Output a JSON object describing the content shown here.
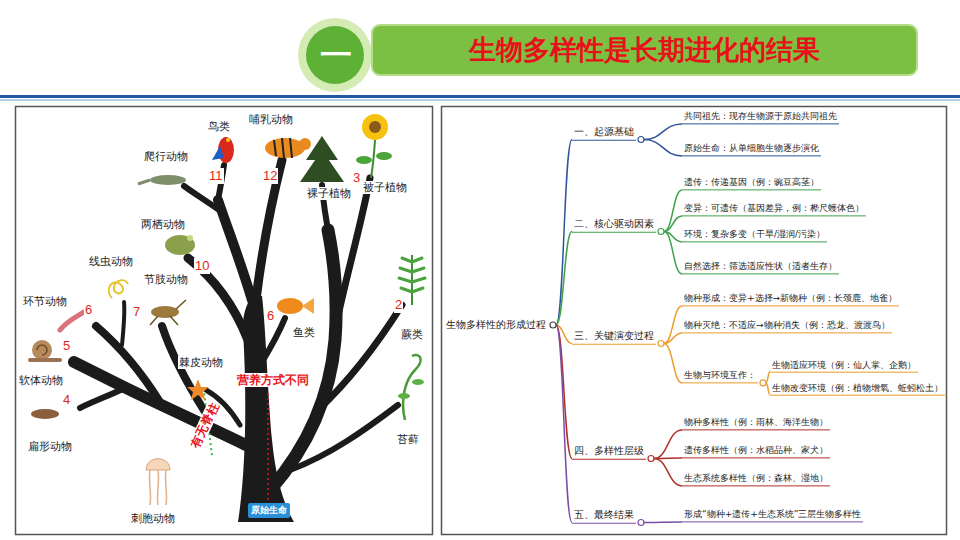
{
  "diagram": {
    "title": "生物多样性是长期进化的结果",
    "nodes": [
      {
        "text": [
          "原始生命"
        ]
      },
      {
        "text": [
          "生物多样性的形成过程"
        ]
      },
      {
        "text": [
          "一、起源基础"
        ]
      },
      {
        "text": [
          "共同祖先：现存生物源于原始共同祖先"
        ]
      },
      {
        "text": [
          "原始生命：从单细胞生物逐步演化"
        ]
      },
      {
        "text": [
          "二、核心驱动因素"
        ]
      },
      {
        "text": [
          "遗传：传递基因（例：豌豆高茎）"
        ]
      },
      {
        "text": [
          "变异：可遗传（基因差异，例：桦尺蠖体色）"
        ]
      },
      {
        "text": [
          "环境：复杂多变（干旱/湿润/污染）"
        ]
      },
      {
        "text": [
          "自然选择：筛选适应性状（适者生存）"
        ]
      },
      {
        "text": [
          "三、关键演变过程"
        ]
      },
      {
        "text": [
          "物种形成：变异+选择→新物种（例：长颈鹿、地雀）"
        ]
      },
      {
        "text": [
          "物种灭绝：不适应→物种消失（例：恐龙、渡渡鸟）"
        ]
      },
      {
        "text": [
          "生物与环境互作："
        ]
      },
      {
        "text": [
          "生物适应环境（例：仙人掌、企鹅）"
        ]
      },
      {
        "text": [
          "生物改变环境（例：植物增氧、蚯蚓松土）"
        ]
      },
      {
        "text": [
          "四、多样性层级"
        ]
      },
      {
        "text": [
          "物种多样性（例：雨林、海洋生物）"
        ]
      },
      {
        "text": [
          "遗传多样性（例：水稻品种、家犬）"
        ]
      },
      {
        "text": [
          "生态系统多样性（例：森林、湿地）"
        ]
      },
      {
        "text": [
          "五、最终结果"
        ]
      },
      {
        "text": [
          "形成“物种+遗传+生态系统”三层生物多样性"
        ]
      }
    ],
    "edges": [
      {
        "from": 1,
        "to": 2,
        "arrow": "none"
      },
      {
        "from": 1,
        "to": 5,
        "arrow": "none"
      },
      {
        "from": 1,
        "to": 10,
        "arrow": "none"
      },
      {
        "from": 1,
        "to": 16,
        "arrow": "none"
      },
      {
        "from": 1,
        "to": 20,
        "arrow": "none"
      },
      {
        "from": 2,
        "to": 3,
        "arrow": "none"
      },
      {
        "from": 2,
        "to": 4,
        "arrow": "none"
      },
      {
        "from": 5,
        "to": 6,
        "arrow": "none"
      },
      {
        "from": 5,
        "to": 7,
        "arrow": "none"
      },
      {
        "from": 5,
        "to": 8,
        "arrow": "none"
      },
      {
        "from": 5,
        "to": 9,
        "arrow": "none"
      },
      {
        "from": 10,
        "to": 11,
        "arrow": "none"
      },
      {
        "from": 10,
        "to": 12,
        "arrow": "none"
      },
      {
        "from": 10,
        "to": 13,
        "arrow": "none"
      },
      {
        "from": 13,
        "to": 14,
        "arrow": "none"
      },
      {
        "from": 13,
        "to": 15,
        "arrow": "none"
      },
      {
        "from": 16,
        "to": 17,
        "arrow": "none"
      },
      {
        "from": 16,
        "to": 18,
        "arrow": "none"
      },
      {
        "from": 16,
        "to": 19,
        "arrow": "none"
      },
      {
        "from": 20,
        "to": 21,
        "arrow": "none"
      }
    ],
    "labels": [
      "一",
      "鸟类",
      "11",
      "哺乳动物",
      "12",
      "爬行动物",
      "裸子植物",
      "3",
      "被子植物",
      "两栖动物",
      "10",
      "线虫动物",
      "节肢动物",
      "环节动物",
      "6",
      "7",
      "软体动物",
      "5",
      "4",
      "扁形动物",
      "棘皮动物",
      "有无脊柱",
      "营养方式不同",
      "鱼类",
      "6",
      "蕨类",
      "2",
      "苔藓",
      "刺胞动物"
    ]
  }
}
